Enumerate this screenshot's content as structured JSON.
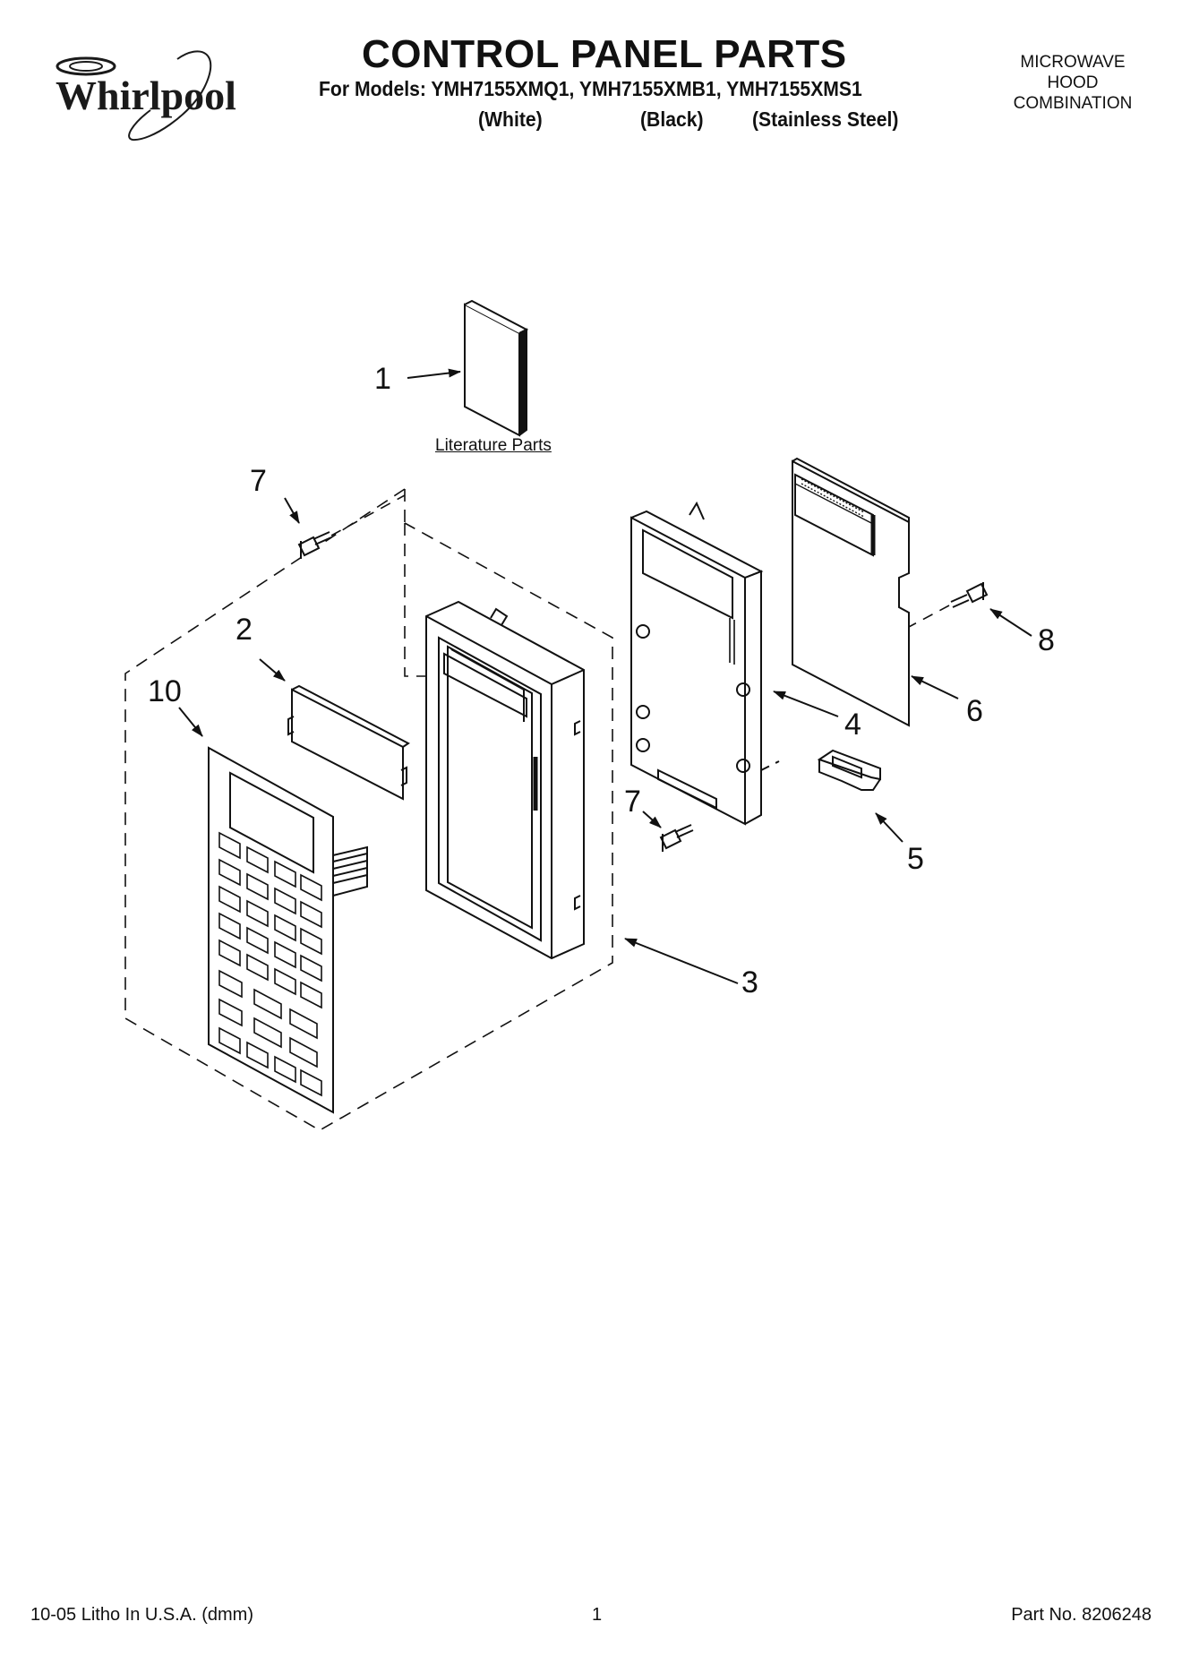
{
  "header": {
    "brand": "Whirlpool",
    "title": "CONTROL PANEL PARTS",
    "models_line": "For Models: YMH7155XMQ1, YMH7155XMB1, YMH7155XMS1",
    "color_labels": [
      "(White)",
      "(Black)",
      "(Stainless Steel)"
    ],
    "product_type": [
      "MICROWAVE",
      "HOOD",
      "COMBINATION"
    ]
  },
  "diagram": {
    "literature_label": "Literature Parts",
    "callouts": [
      "1",
      "2",
      "3",
      "4",
      "5",
      "6",
      "7",
      "7",
      "8",
      "10"
    ]
  },
  "footer": {
    "print_info": "10-05 Litho In U.S.A. (dmm)",
    "page_number": "1",
    "part_number": "Part No. 8206248"
  }
}
